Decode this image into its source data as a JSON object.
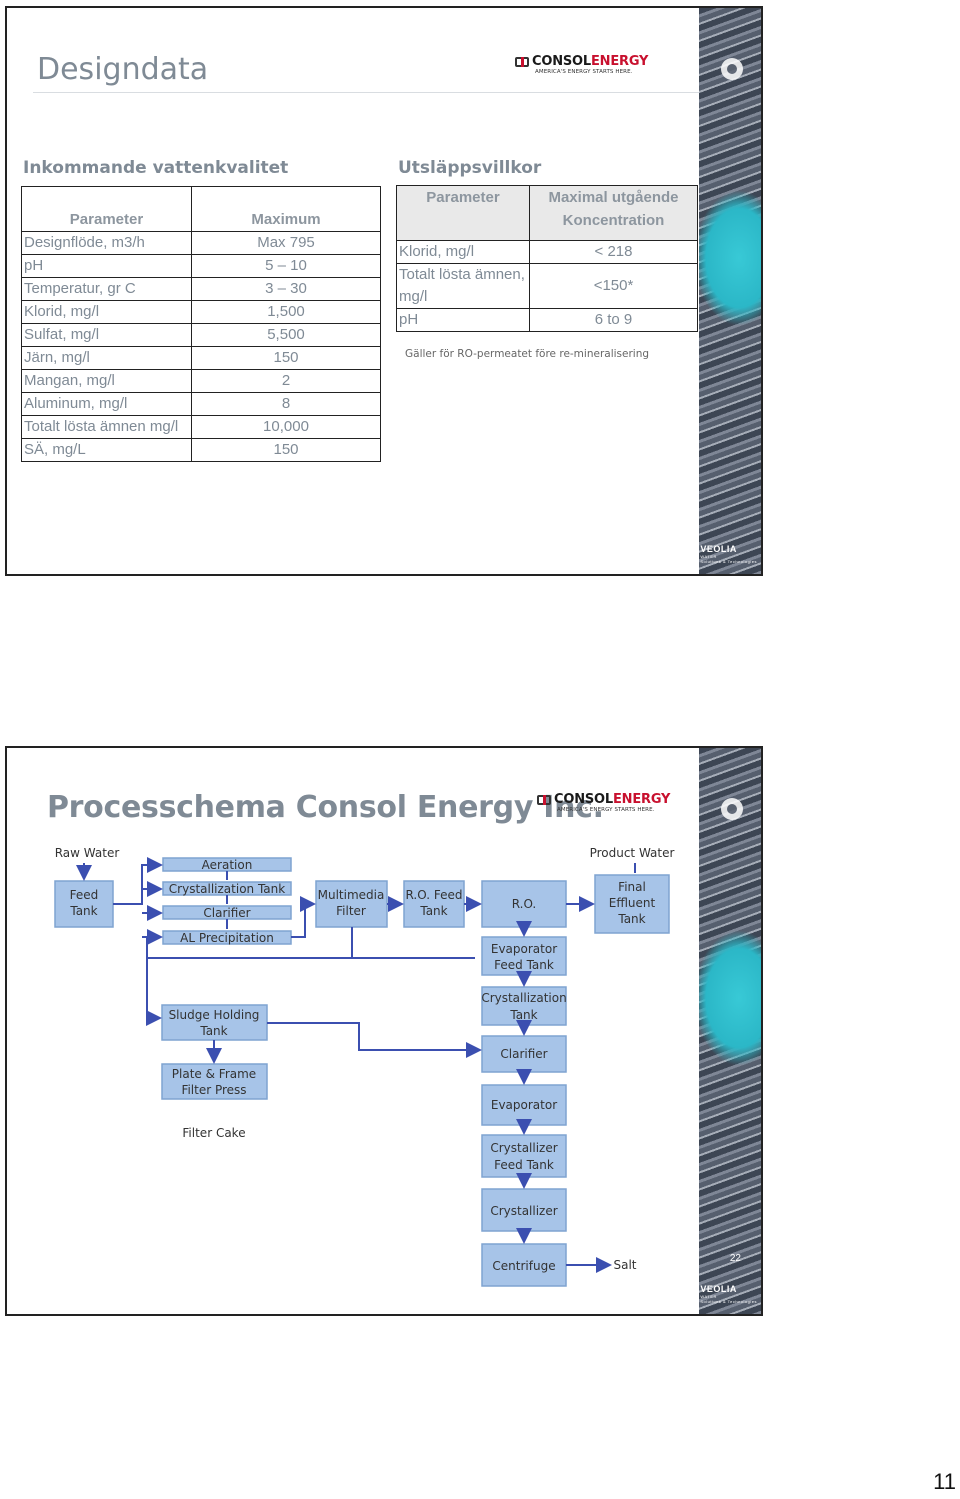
{
  "slide1": {
    "title": "Designdata",
    "logo": {
      "name": "CONSOL",
      "name2": "ENERGY",
      "tagline": "AMERICA'S ENERGY STARTS HERE."
    },
    "veolia": {
      "name": "VEOLIA",
      "sub1": "WATER",
      "sub2": "Solutions & Technologies"
    },
    "inflow": {
      "heading": "Inkommande vattenkvalitet",
      "headers": [
        "Parameter",
        "Maximum"
      ],
      "rows": [
        [
          "Designflöde, m3/h",
          "Max 795"
        ],
        [
          "pH",
          "5 – 10"
        ],
        [
          "Temperatur, gr C",
          "3 – 30"
        ],
        [
          "Klorid, mg/l",
          "1,500"
        ],
        [
          "Sulfat, mg/l",
          "5,500"
        ],
        [
          "Järn, mg/l",
          "150"
        ],
        [
          "Mangan, mg/l",
          "2"
        ],
        [
          "Aluminum, mg/l",
          "8"
        ],
        [
          "Totalt lösta ämnen mg/l",
          "10,000"
        ],
        [
          "SÄ, mg/L",
          "150"
        ]
      ]
    },
    "discharge": {
      "heading": "Utsläppsvillkor",
      "headers": [
        "Parameter",
        "Maximal utgående Koncentration"
      ],
      "rows": [
        [
          "Klorid, mg/l",
          "< 218"
        ],
        [
          "Totalt lösta ämnen, mg/l",
          "<150*"
        ],
        [
          "pH",
          "6 to 9"
        ]
      ],
      "note": "Gäller för RO-permeatet före re-mineralisering"
    }
  },
  "slide2": {
    "title": "Processchema Consol Energy Inc.",
    "slide_number": "22",
    "labels": {
      "raw_water": "Raw Water",
      "product_water": "Product Water",
      "filter_cake": "Filter Cake",
      "salt": "Salt"
    },
    "boxes": {
      "feed_tank": [
        "Feed",
        "Tank"
      ],
      "aeration": "Aeration",
      "crystallization_tank_top": "Crystallization Tank",
      "clarifier_top": "Clarifier",
      "al_precipitation": "AL Precipitation",
      "multimedia_filter": [
        "Multimedia",
        "Filter"
      ],
      "ro_feed_tank": [
        "R.O. Feed",
        "Tank"
      ],
      "ro": "R.O.",
      "final_effluent_tank": [
        "Final",
        "Effluent",
        "Tank"
      ],
      "sludge_holding_tank": [
        "Sludge Holding",
        "Tank"
      ],
      "plate_frame_filter_press": [
        "Plate & Frame",
        "Filter Press"
      ],
      "evaporator_feed_tank": [
        "Evaporator",
        "Feed Tank"
      ],
      "crystallization_tank": [
        "Crystallization",
        "Tank"
      ],
      "clarifier": "Clarifier",
      "evaporator": "Evaporator",
      "crystallizer_feed_tank": [
        "Crystallizer",
        "Feed Tank"
      ],
      "crystallizer": "Crystallizer",
      "centrifuge": "Centrifuge"
    }
  },
  "page_number": "11"
}
